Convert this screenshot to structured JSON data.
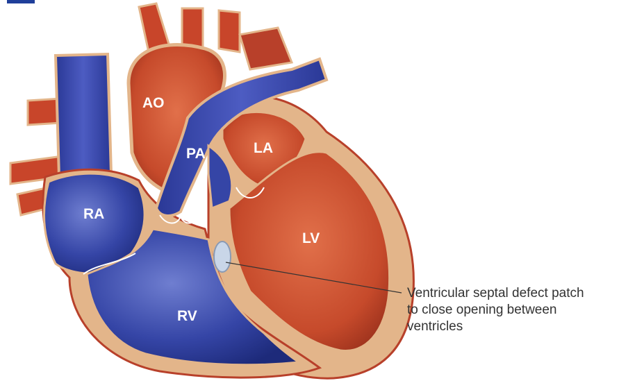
{
  "labels": {
    "ao": "AO",
    "pa": "PA",
    "la": "LA",
    "ra": "RA",
    "lv": "LV",
    "rv": "RV"
  },
  "callout": {
    "line1": "Ventricular septal defect patch",
    "line2": "to close opening between",
    "line3": "ventricles"
  },
  "colors": {
    "oxygenated": "#c8452a",
    "deoxygenated": "#2f3fa0",
    "tissue": "#e3b58a",
    "heading": "#1f3f9a"
  }
}
